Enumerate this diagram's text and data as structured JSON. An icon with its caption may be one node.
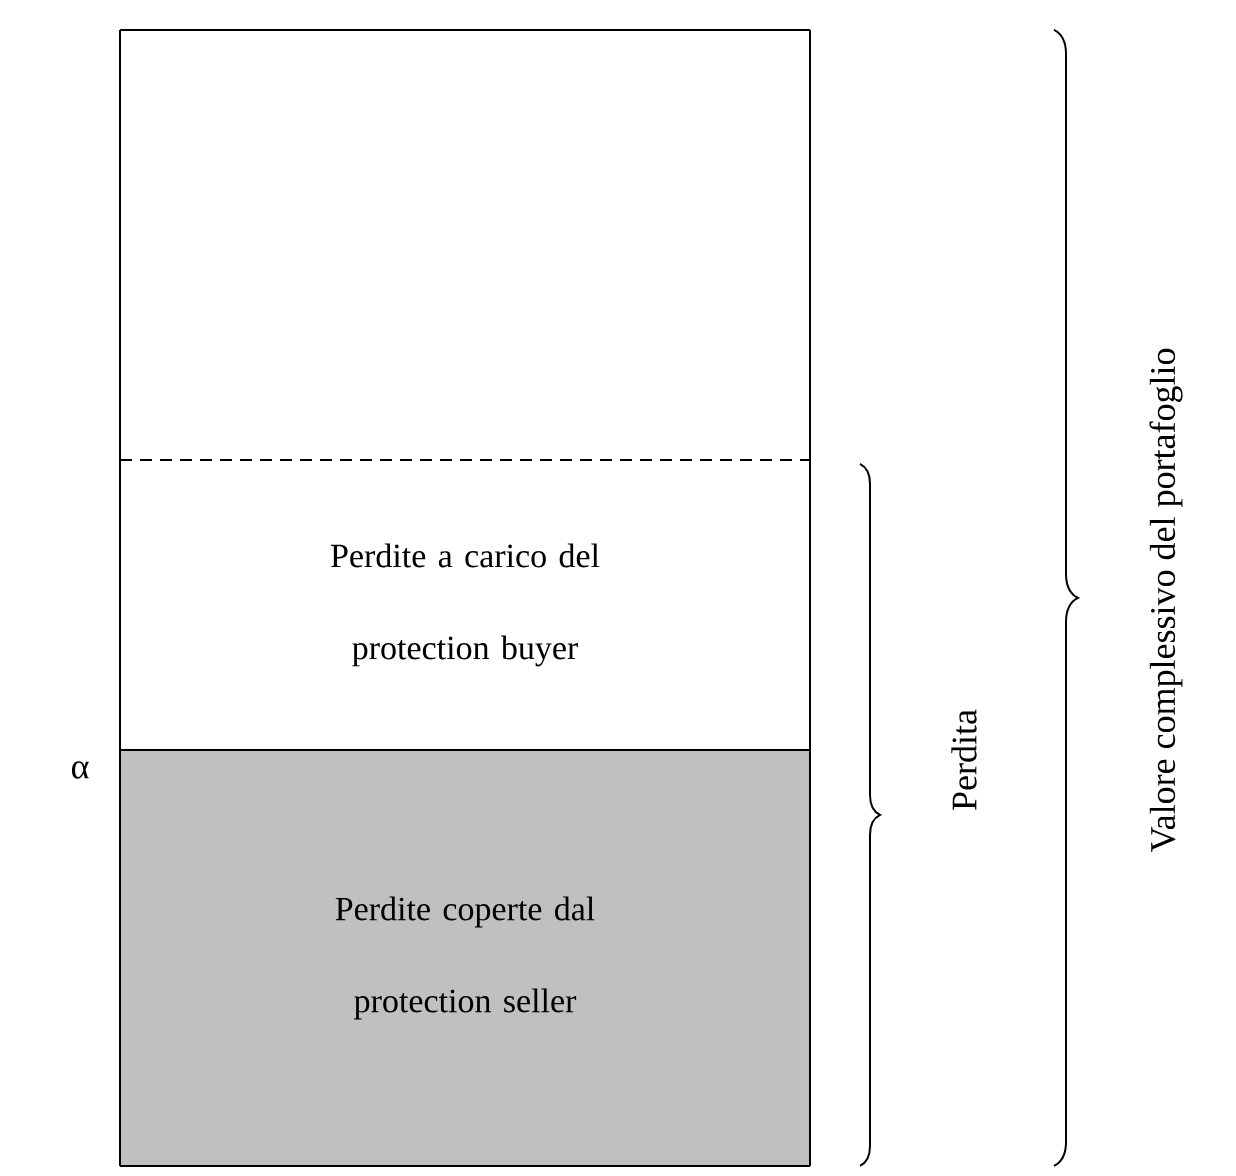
{
  "diagram": {
    "nodes": [
      {
        "text": [],
        "shape": "box"
      },
      {
        "text": [
          "Perdite a carico del protection buyer"
        ]
      },
      {
        "text": [
          "Perdite coperte dal protection seller"
        ]
      }
    ],
    "labels": [
      "α",
      "Perdita",
      "Valore complessivo del portafoglio"
    ]
  }
}
